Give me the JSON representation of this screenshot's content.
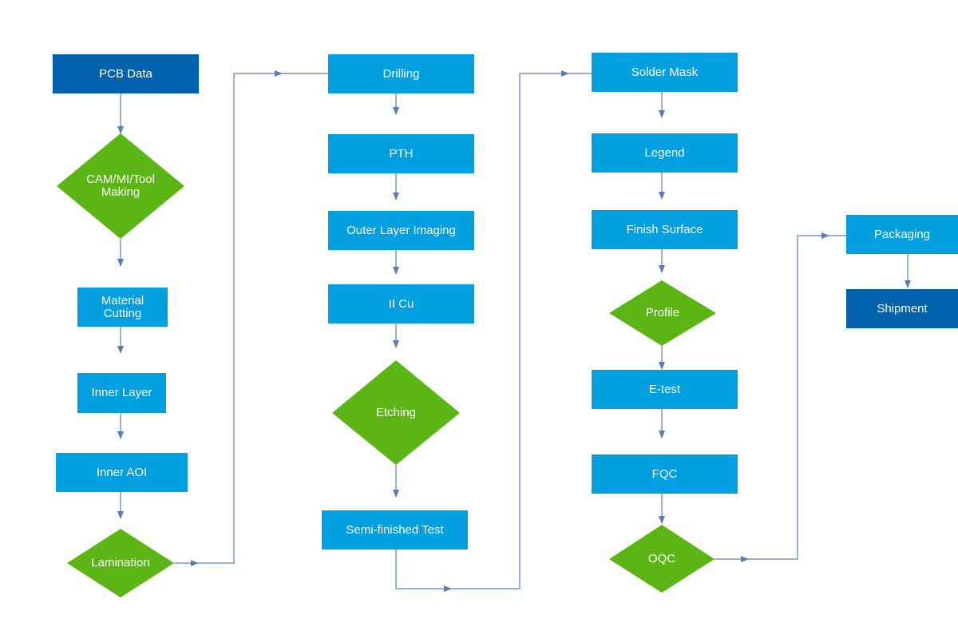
{
  "diagram": {
    "nodes": [
      {
        "id": "pcb-data",
        "label": "PCB Data"
      },
      {
        "id": "cam-mi-tool-making",
        "label": "CAM/MI/Tool\nMaking"
      },
      {
        "id": "material-cutting",
        "label": "Material\nCutting"
      },
      {
        "id": "inner-layer",
        "label": "Inner Layer"
      },
      {
        "id": "inner-aoi",
        "label": "Inner AOI"
      },
      {
        "id": "lamination",
        "label": "Lamination"
      },
      {
        "id": "drilling",
        "label": "Drilling"
      },
      {
        "id": "pth",
        "label": "PTH"
      },
      {
        "id": "outer-layer-imaging",
        "label": "Outer Layer Imaging"
      },
      {
        "id": "ii-cu",
        "label": "II Cu"
      },
      {
        "id": "etching",
        "label": "Etching"
      },
      {
        "id": "semi-finished-test",
        "label": "Semi-finished Test"
      },
      {
        "id": "solder-mask",
        "label": "Solder Mask"
      },
      {
        "id": "legend",
        "label": "Legend"
      },
      {
        "id": "finish-surface",
        "label": "Finish Surface"
      },
      {
        "id": "profile",
        "label": "Profile"
      },
      {
        "id": "e-test",
        "label": "E-test"
      },
      {
        "id": "fqc",
        "label": "FQC"
      },
      {
        "id": "oqc",
        "label": "OQC"
      },
      {
        "id": "packaging",
        "label": "Packaging"
      },
      {
        "id": "shipment",
        "label": "Shipment"
      }
    ],
    "colors": {
      "process": "#009fdf",
      "terminal": "#0061ac",
      "decision": "#5bb615",
      "connector": "#5a7db8"
    }
  }
}
